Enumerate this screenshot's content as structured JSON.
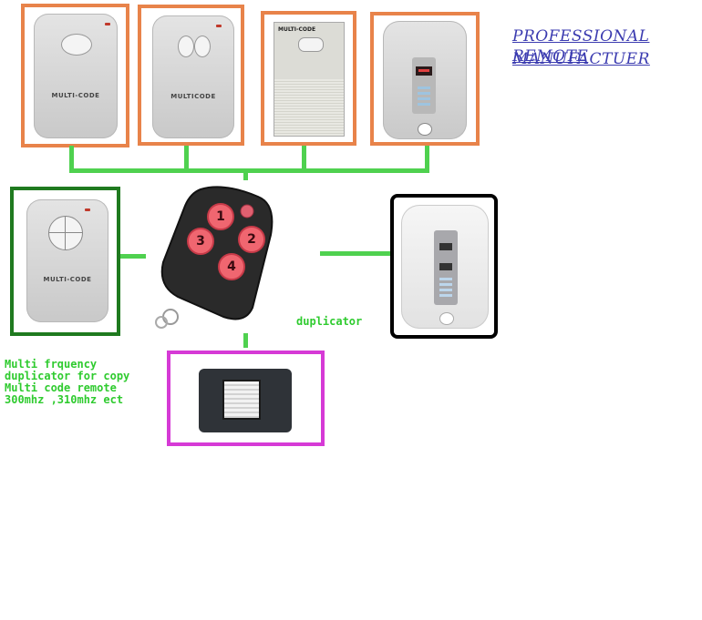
{
  "heading": {
    "line1": "PROFESSIONAL REMOTE",
    "line2": "MANUFACTUER"
  },
  "remotes": {
    "r1_brand": "MULTI-CODE",
    "r2_brand": "MULTICODE",
    "r3_brand": "MULTI-CODE",
    "r5_brand": "MULTI-CODE"
  },
  "duplicator": {
    "label": "duplicator",
    "buttons": [
      "1",
      "2",
      "3",
      "4"
    ]
  },
  "description": {
    "line1": "Multi frquency",
    "line2": "duplicator for copy",
    "line3": "Multi code remote",
    "line4": "300mhz ,310mhz ect"
  },
  "colors": {
    "orange": "#e8834a",
    "green_frame": "#1f7a1f",
    "connector": "#4fd14f",
    "magenta": "#d63ad6",
    "heading_text": "#3b3bb0",
    "green_text": "#2fcb2f"
  }
}
